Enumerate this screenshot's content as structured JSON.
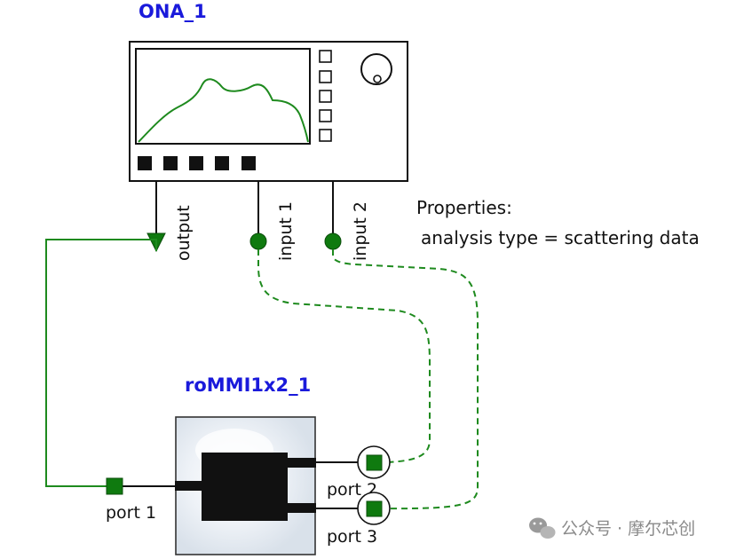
{
  "ona": {
    "name": "ONA_1",
    "ports": {
      "output": "output",
      "input1": "input 1",
      "input2": "input 2"
    }
  },
  "mmi": {
    "name": "roMMI1x2_1",
    "ports": {
      "port1": "port 1",
      "port2": "port 2",
      "port3": "port 3"
    }
  },
  "properties": {
    "header": "Properties:",
    "line": "analysis type = scattering data"
  },
  "watermark": {
    "text": "公众号 · 摩尔芯创",
    "icon": "wechat-icon"
  },
  "colors": {
    "green": "#1e8a1e",
    "port_fill": "#0f7a0f",
    "label_blue": "#1a1adb",
    "component_bg": "#dde5ee"
  }
}
